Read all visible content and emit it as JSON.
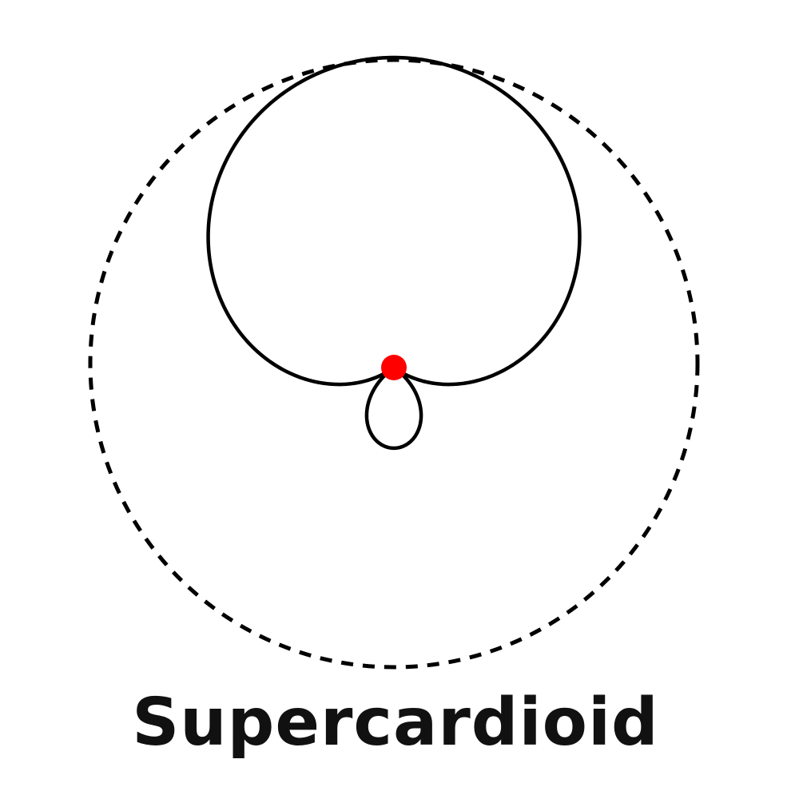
{
  "label": "Supercardioid",
  "diagram": {
    "pattern": "supercardioid",
    "pattern_coefficient": 0.37,
    "reference_circle": "dashed",
    "colors": {
      "stroke": "#000000",
      "mic_point": "#ff0000",
      "background": "#ffffff"
    }
  }
}
